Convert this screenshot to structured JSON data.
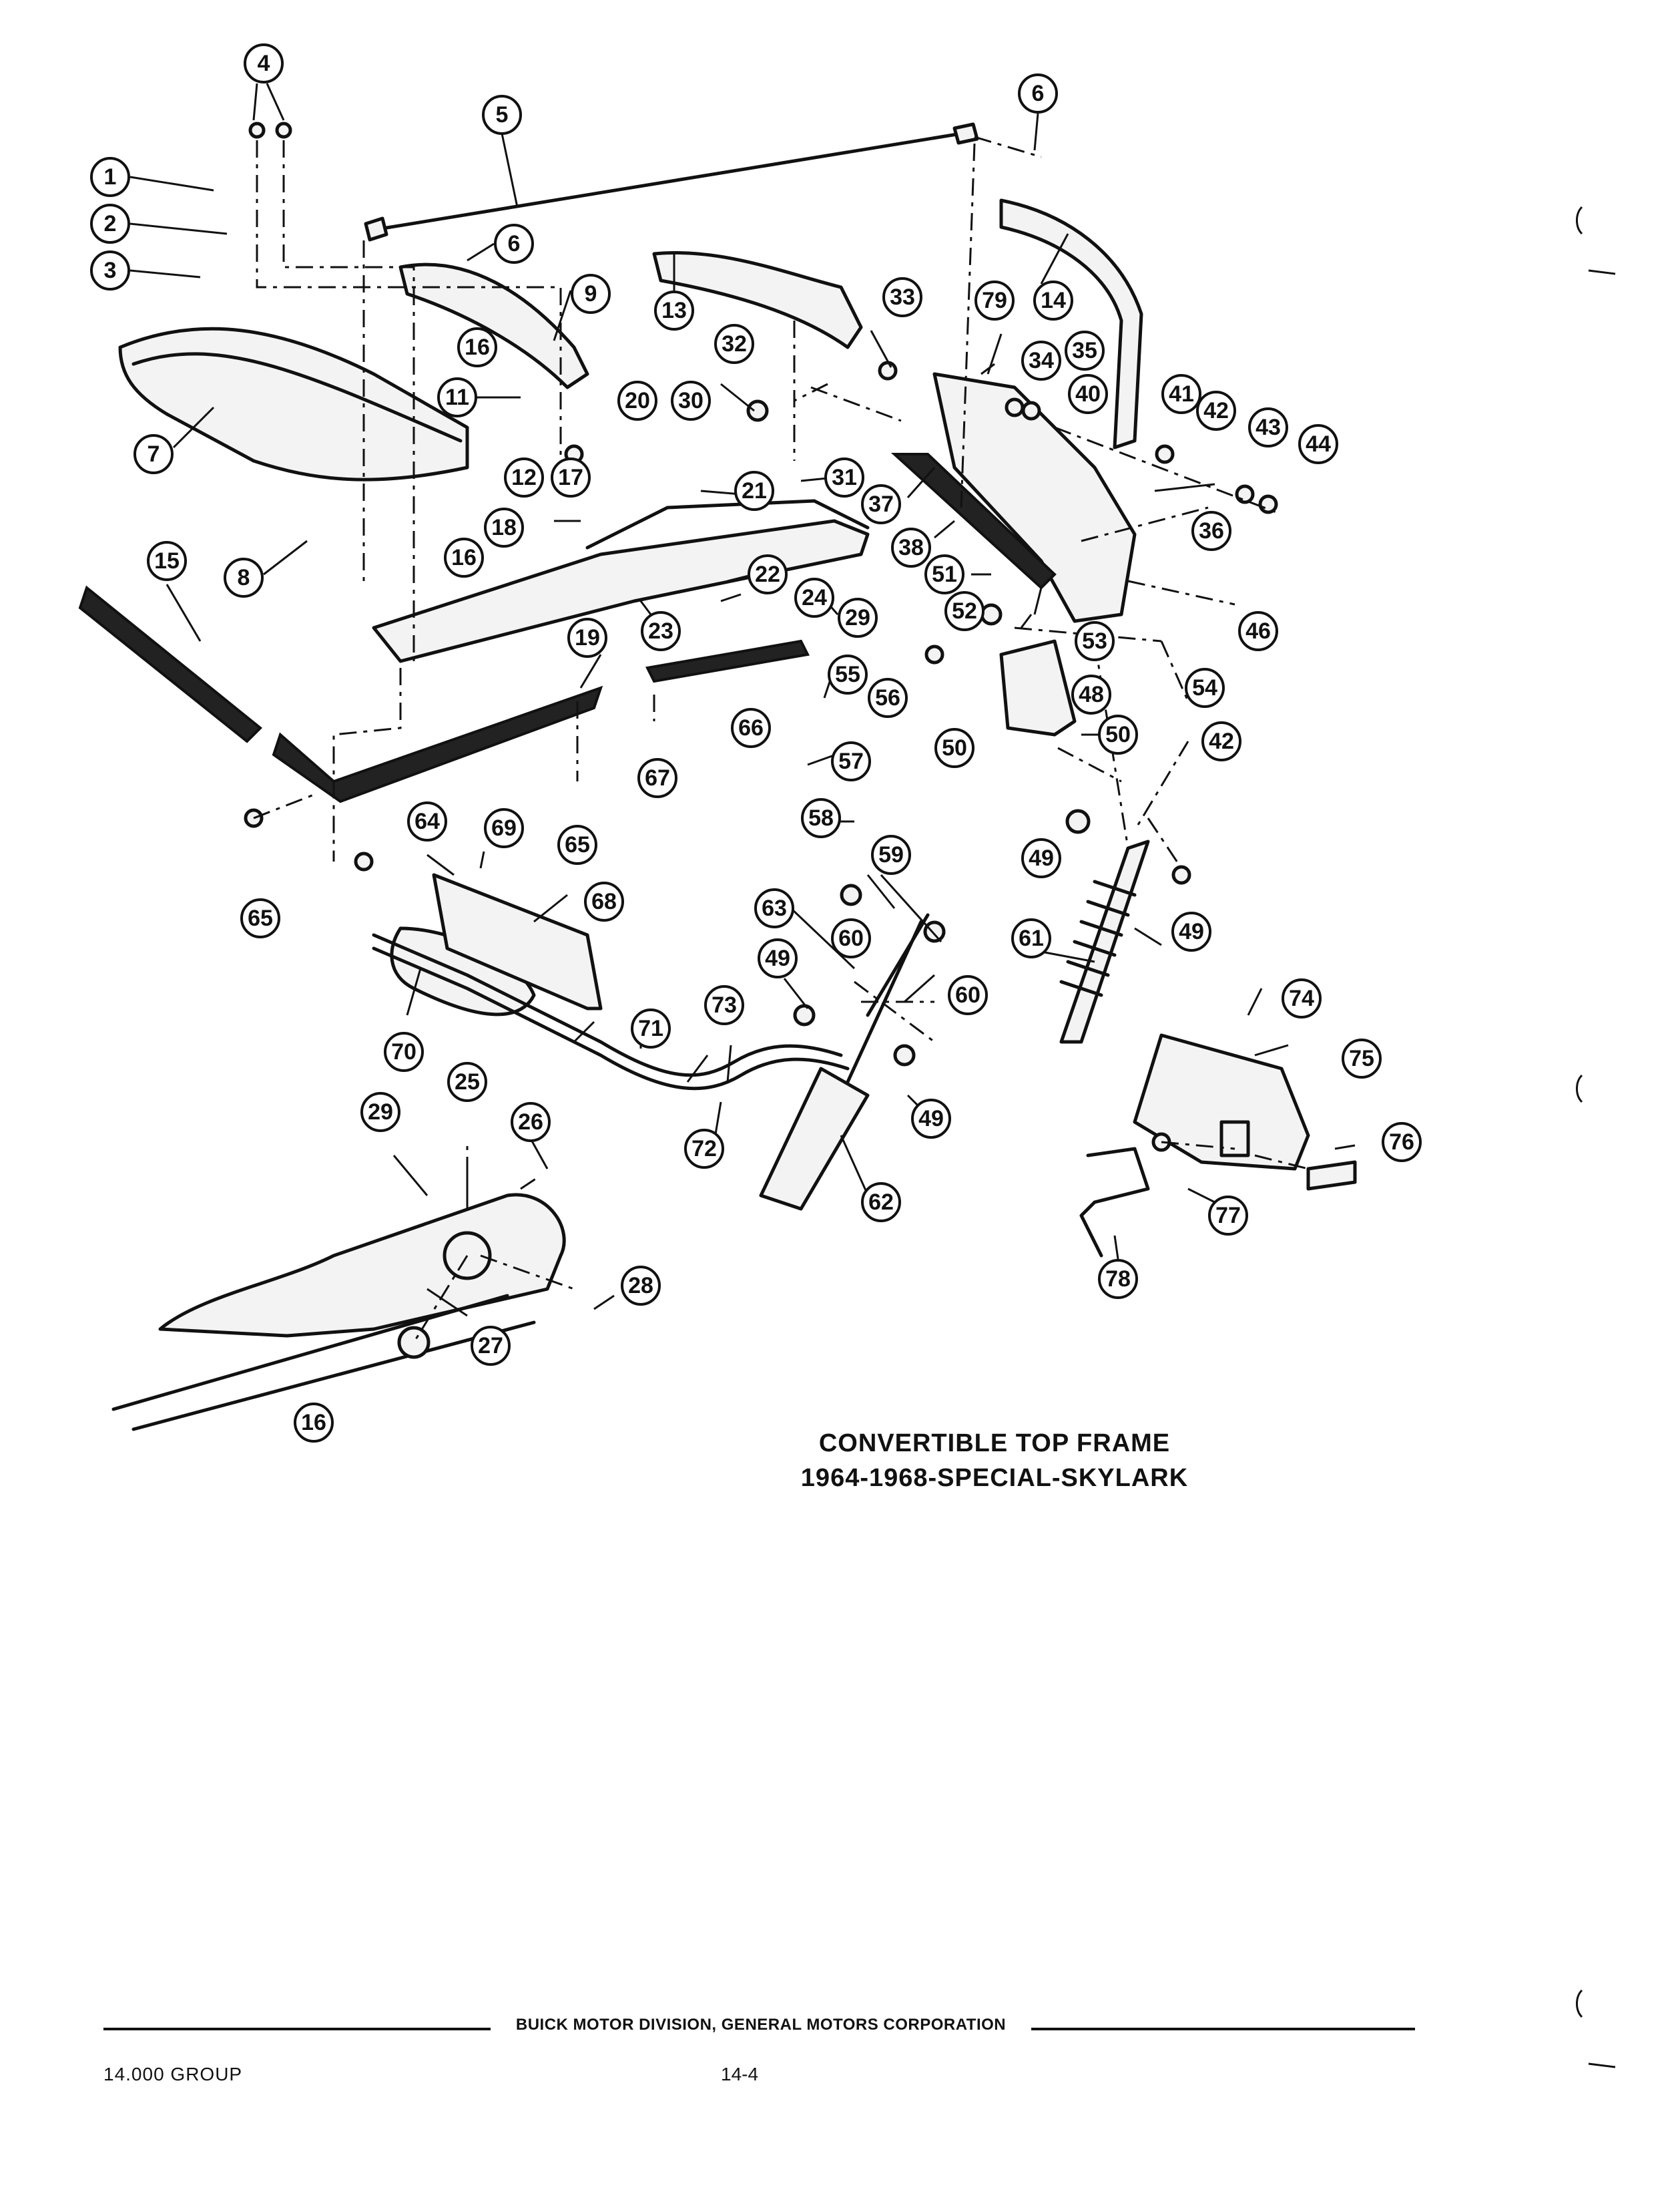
{
  "title": {
    "line1": "CONVERTIBLE TOP FRAME",
    "line2": "1964-1968-SPECIAL-SKYLARK"
  },
  "footer": {
    "corporation": "BUICK MOTOR DIVISION, GENERAL MOTORS CORPORATION",
    "group": "14.000 GROUP",
    "page": "14-4"
  },
  "callouts": [
    {
      "label": "1"
    },
    {
      "label": "2"
    },
    {
      "label": "3"
    },
    {
      "label": "4"
    },
    {
      "label": "5"
    },
    {
      "label": "6"
    },
    {
      "label": "6"
    },
    {
      "label": "7"
    },
    {
      "label": "8"
    },
    {
      "label": "9"
    },
    {
      "label": "11"
    },
    {
      "label": "12"
    },
    {
      "label": "13"
    },
    {
      "label": "14"
    },
    {
      "label": "15"
    },
    {
      "label": "16"
    },
    {
      "label": "16"
    },
    {
      "label": "16"
    },
    {
      "label": "17"
    },
    {
      "label": "18"
    },
    {
      "label": "19"
    },
    {
      "label": "20"
    },
    {
      "label": "21"
    },
    {
      "label": "22"
    },
    {
      "label": "23"
    },
    {
      "label": "24"
    },
    {
      "label": "25"
    },
    {
      "label": "26"
    },
    {
      "label": "27"
    },
    {
      "label": "28"
    },
    {
      "label": "29"
    },
    {
      "label": "29"
    },
    {
      "label": "30"
    },
    {
      "label": "31"
    },
    {
      "label": "32"
    },
    {
      "label": "33"
    },
    {
      "label": "34"
    },
    {
      "label": "35"
    },
    {
      "label": "36"
    },
    {
      "label": "37"
    },
    {
      "label": "38"
    },
    {
      "label": "40"
    },
    {
      "label": "41"
    },
    {
      "label": "42"
    },
    {
      "label": "42"
    },
    {
      "label": "43"
    },
    {
      "label": "44"
    },
    {
      "label": "46"
    },
    {
      "label": "48"
    },
    {
      "label": "49"
    },
    {
      "label": "49"
    },
    {
      "label": "49"
    },
    {
      "label": "49"
    },
    {
      "label": "50"
    },
    {
      "label": "50"
    },
    {
      "label": "51"
    },
    {
      "label": "52"
    },
    {
      "label": "53"
    },
    {
      "label": "54"
    },
    {
      "label": "55"
    },
    {
      "label": "56"
    },
    {
      "label": "57"
    },
    {
      "label": "58"
    },
    {
      "label": "59"
    },
    {
      "label": "60"
    },
    {
      "label": "60"
    },
    {
      "label": "61"
    },
    {
      "label": "62"
    },
    {
      "label": "63"
    },
    {
      "label": "64"
    },
    {
      "label": "65"
    },
    {
      "label": "65"
    },
    {
      "label": "66"
    },
    {
      "label": "67"
    },
    {
      "label": "68"
    },
    {
      "label": "69"
    },
    {
      "label": "70"
    },
    {
      "label": "71"
    },
    {
      "label": "72"
    },
    {
      "label": "73"
    },
    {
      "label": "74"
    },
    {
      "label": "75"
    },
    {
      "label": "76"
    },
    {
      "label": "77"
    },
    {
      "label": "78"
    },
    {
      "label": "79"
    }
  ]
}
